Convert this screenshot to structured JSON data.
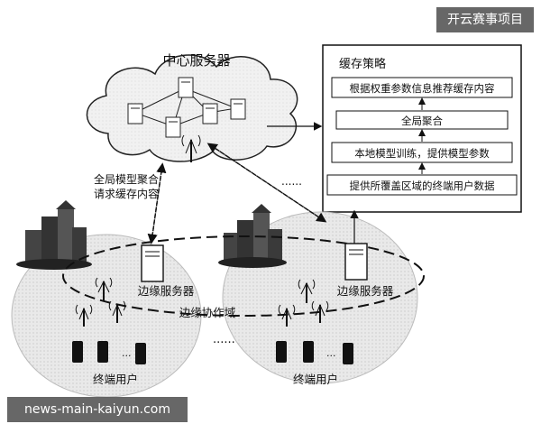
{
  "diagram": {
    "title": "中心服务器",
    "strategy_panel": {
      "title": "缓存策略",
      "steps": [
        "根据权重参数信息推荐缓存内容",
        "全局聚合",
        "本地模型训练，提供模型参数",
        "提供所覆盖区域的终端用户数据"
      ]
    },
    "left_arrow_label_line1": "全局模型聚合",
    "left_arrow_label_line2": "请求缓存内容",
    "edge_left_label": "边缘服务器",
    "edge_right_label": "边缘服务器",
    "collaboration_label": "边缘协作域",
    "users_left_label": "终端用户",
    "users_right_label": "终端用户",
    "ellipsis_middle": "......",
    "ellipsis_top": "......"
  },
  "watermarks": {
    "top_right": "开云赛事项目",
    "bottom_left": "news-main-kaiyun.com"
  }
}
